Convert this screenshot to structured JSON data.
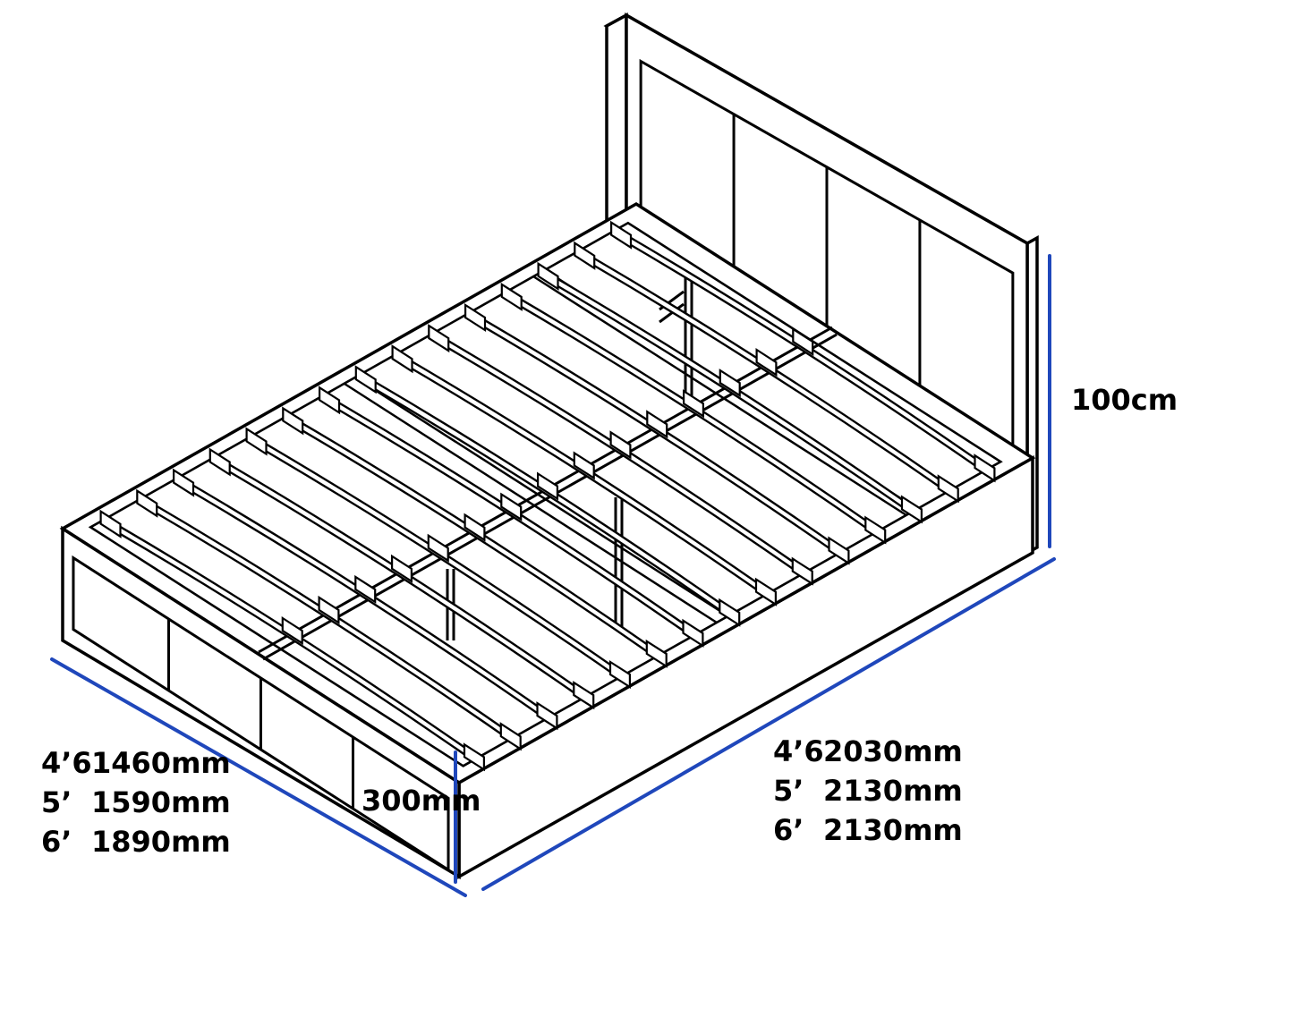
{
  "diagram": {
    "colors": {
      "line": "#000000",
      "dimension_line": "#1f47bb",
      "background": "#ffffff"
    },
    "labels": {
      "width_dims": {
        "rows": [
          {
            "size": "4’6",
            "value": "1460mm"
          },
          {
            "size": "5’",
            "value": "1590mm"
          },
          {
            "size": "6’",
            "value": "1890mm"
          }
        ]
      },
      "length_dims": {
        "rows": [
          {
            "size": "4’6",
            "value": "2030mm"
          },
          {
            "size": "5’",
            "value": "2130mm"
          },
          {
            "size": "6’",
            "value": "2130mm"
          }
        ]
      },
      "base_height": "300mm",
      "headboard_height": "100cm"
    }
  }
}
